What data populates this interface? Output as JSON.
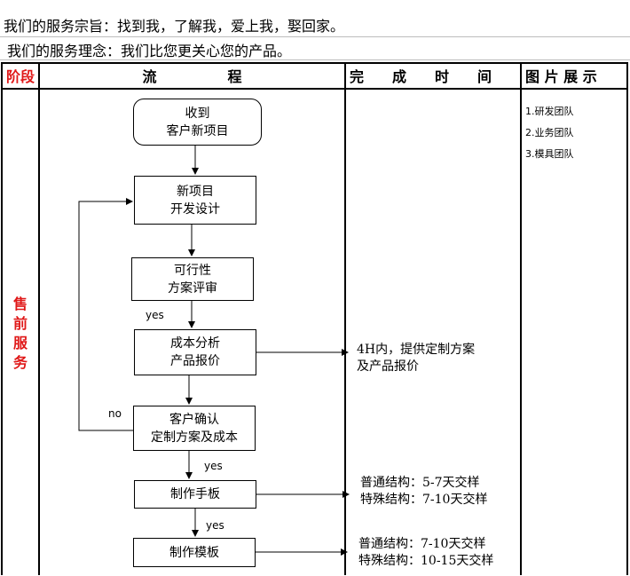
{
  "mission": "我们的服务宗旨：找到我，了解我，爱上我，娶回家。",
  "concept": "我们的服务理念：我们比您更关心您的产品。",
  "headers": {
    "stage": "阶段",
    "process": "流　　　　　程",
    "time": "完　　成　　时　　间",
    "photos": "图 片 展 示"
  },
  "stage_name": [
    "售",
    "前",
    "服",
    "务"
  ],
  "steps": {
    "receive": [
      "收到",
      "客户新项目"
    ],
    "design": [
      "新项目",
      "开发设计"
    ],
    "feasibility": [
      "可行性",
      "方案评审"
    ],
    "costing": [
      "成本分析",
      "产品报价"
    ],
    "confirm": [
      "客户确认",
      "定制方案及成本"
    ],
    "sample": [
      "制作手板"
    ],
    "mold": [
      "制作模板"
    ]
  },
  "edge_labels": {
    "yes_1": "yes",
    "no": "no",
    "yes_2": "yes",
    "yes_3": "yes"
  },
  "times": {
    "quote": [
      "4H内，提供定制方案",
      "及产品报价"
    ],
    "sample": [
      "普通结构：5-7天交样",
      "特殊结构：7-10天交样"
    ],
    "mold": [
      "普通结构：7-10天交样",
      "特殊结构：10-15天交样"
    ]
  },
  "photos": [
    "1.研发团队",
    "2.业务团队",
    "3.模具团队"
  ],
  "colors": {
    "accent_red": "#e01818",
    "line": "#000000"
  }
}
